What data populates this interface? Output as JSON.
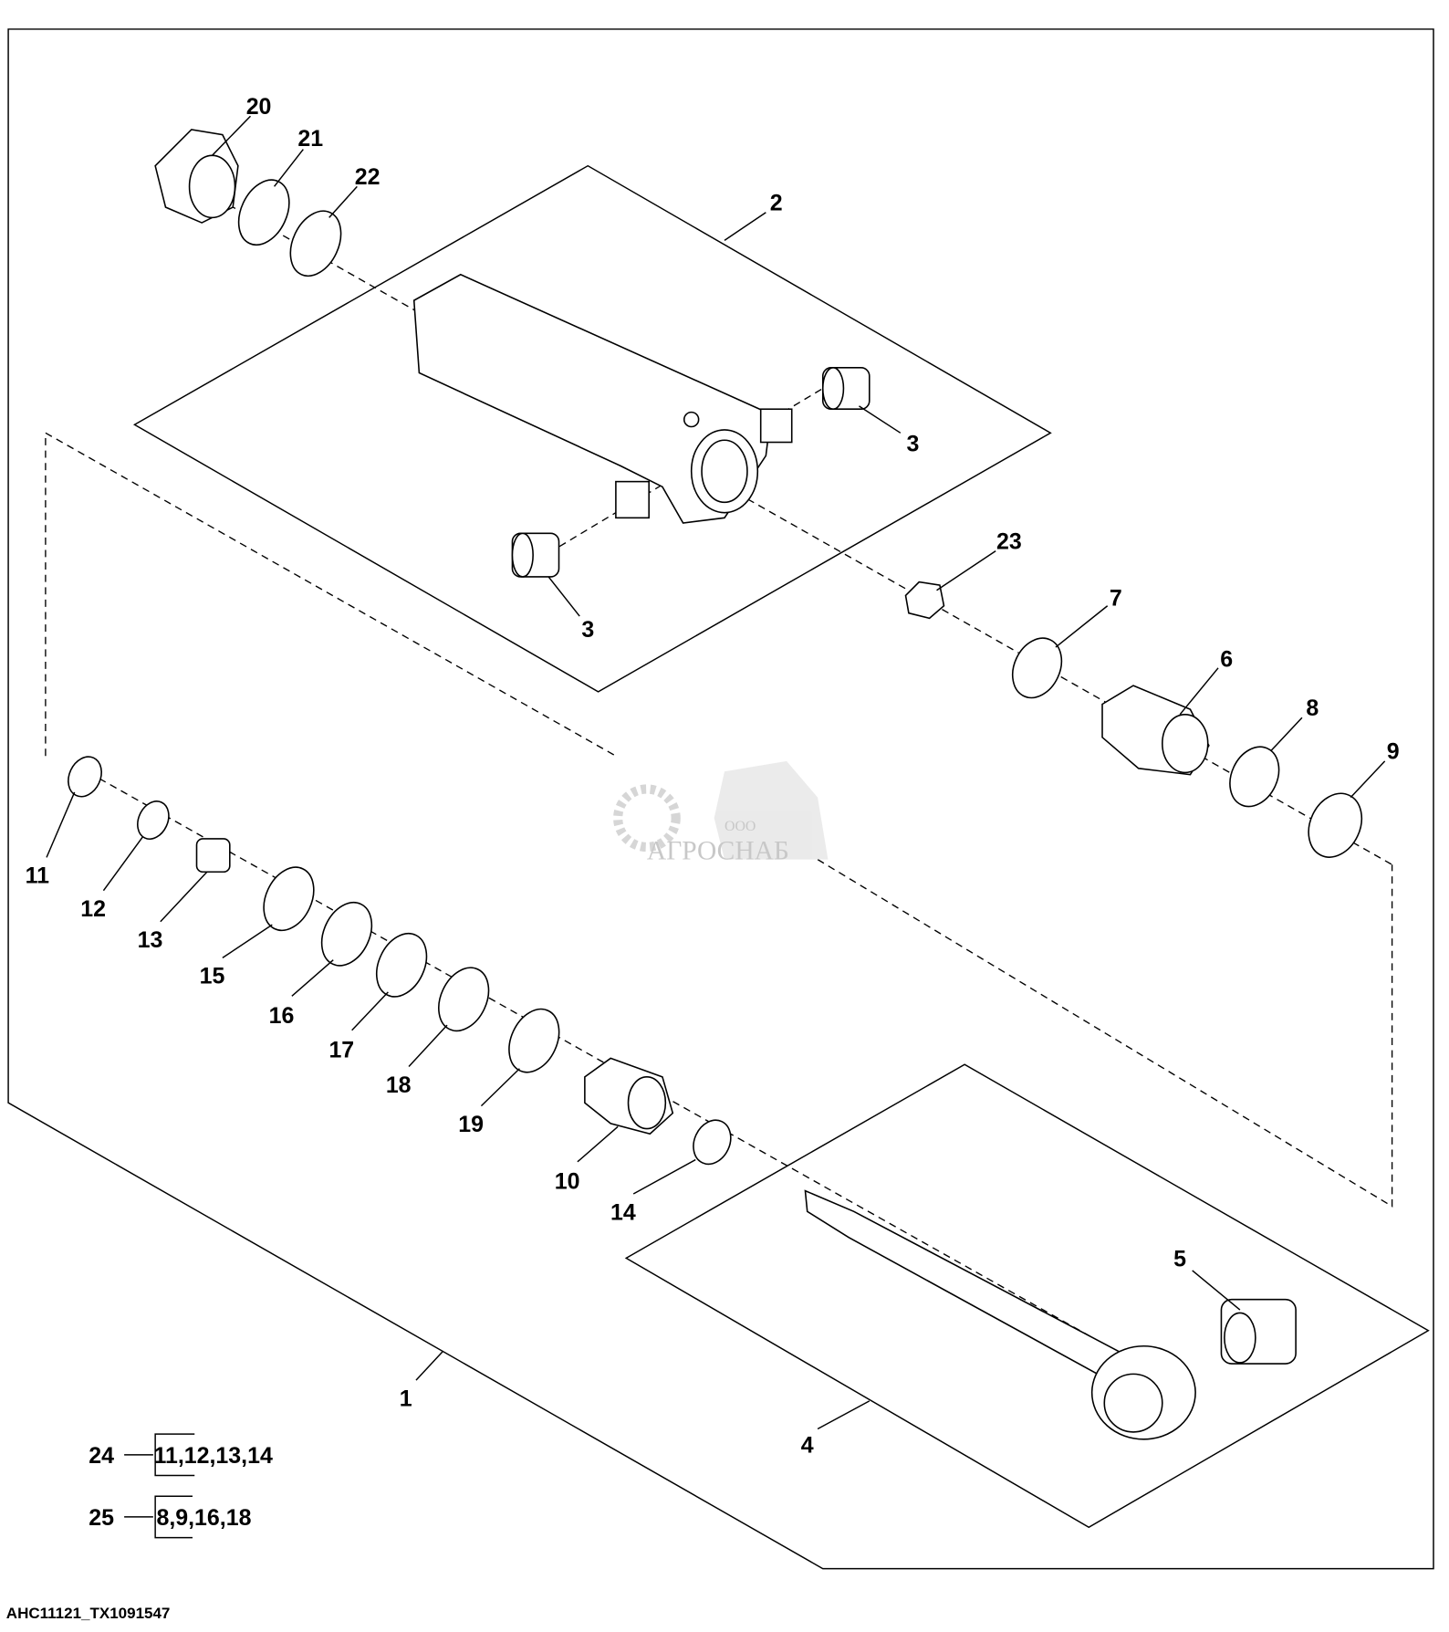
{
  "diagram": {
    "callouts": {
      "c1": "1",
      "c2": "2",
      "c3a": "3",
      "c3b": "3",
      "c4": "4",
      "c5": "5",
      "c6": "6",
      "c7": "7",
      "c8": "8",
      "c9": "9",
      "c10": "10",
      "c11": "11",
      "c12": "12",
      "c13": "13",
      "c14": "14",
      "c15": "15",
      "c16": "16",
      "c17": "17",
      "c18": "18",
      "c19": "19",
      "c20": "20",
      "c21": "21",
      "c22": "22",
      "c23": "23"
    },
    "legend": [
      {
        "kit": "24",
        "parts": "11,12,13,14"
      },
      {
        "kit": "25",
        "parts": "8,9,16,18"
      }
    ],
    "footer_id": "AHC11121_TX1091547",
    "watermark": {
      "prefix": "ООО",
      "name": "АГРОСНАБ"
    }
  }
}
